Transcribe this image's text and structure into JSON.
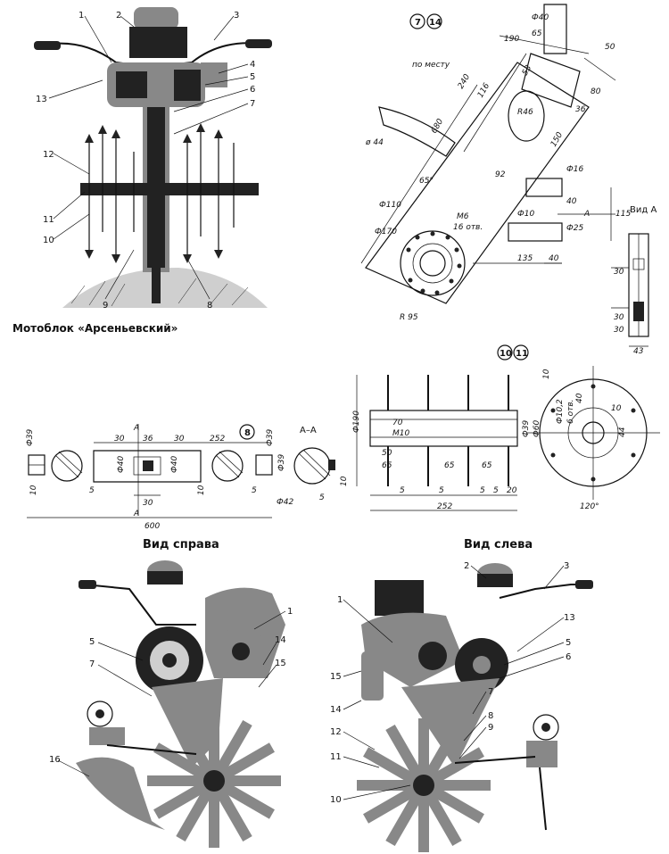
{
  "captions": {
    "motoblock": "Мотоблок «Арсеньевский»",
    "view_right": "Вид справа",
    "view_left": "Вид слева",
    "view_a": "Вид А",
    "section_aa": "А–А"
  },
  "figure_numbers": {
    "frame": [
      "7",
      "14"
    ],
    "shaft": "8",
    "drum": [
      "10",
      "11"
    ]
  },
  "top_left_callouts": [
    "1",
    "2",
    "3",
    "4",
    "5",
    "6",
    "7",
    "8",
    "9",
    "10",
    "11",
    "12",
    "13"
  ],
  "frame_dims": [
    "Ф40",
    "65",
    "190",
    "50",
    "по месту",
    "240",
    "116",
    "53",
    "80",
    "R46",
    "36",
    "680",
    "ø 44",
    "150",
    "65°",
    "92",
    "Ф16",
    "40",
    "115",
    "Ф110",
    "М6",
    "16 отв.",
    "Ф10",
    "А",
    "Ф25",
    "Ф170",
    "135",
    "40",
    "R 95"
  ],
  "view_a_dims": [
    "30",
    "30",
    "30",
    "43"
  ],
  "shaft_dims": [
    "Ф39",
    "30",
    "36",
    "30",
    "252",
    "Ф39",
    "Ф40",
    "Ф40",
    "10",
    "5",
    "30",
    "10",
    "5",
    "600",
    "Ф39",
    "Ф42",
    "5",
    "10",
    "А",
    "А"
  ],
  "drum_dims": [
    "Ф190",
    "70",
    "М10",
    "Ф39",
    "Ф60",
    "50",
    "65",
    "65",
    "65",
    "5",
    "5",
    "5",
    "5",
    "20",
    "252",
    "10",
    "40",
    "Ф10,2",
    "6 отв.",
    "10",
    "44",
    "120°"
  ],
  "right_view_callouts": [
    "1",
    "5",
    "7",
    "14",
    "15",
    "16"
  ],
  "left_view_callouts": [
    "1",
    "2",
    "3",
    "13",
    "5",
    "6",
    "15",
    "14",
    "7",
    "8",
    "9",
    "12",
    "11",
    "10"
  ]
}
